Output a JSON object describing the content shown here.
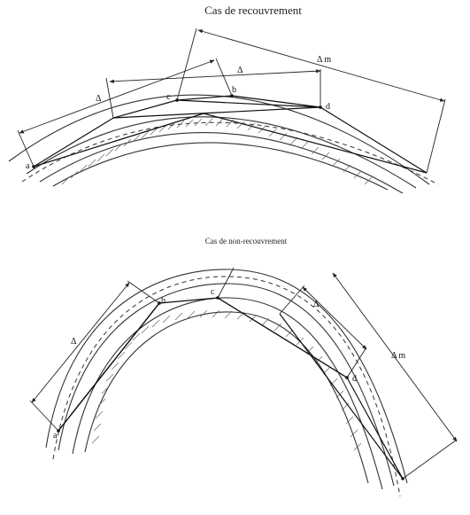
{
  "diagram": {
    "top_title": "Cas de recouvrement",
    "bottom_title": "Cas de non-recouvrement",
    "delta": "Δ",
    "delta_m": "Δ m",
    "points": {
      "a": "a",
      "b": "b",
      "c": "c",
      "d": "d"
    }
  }
}
